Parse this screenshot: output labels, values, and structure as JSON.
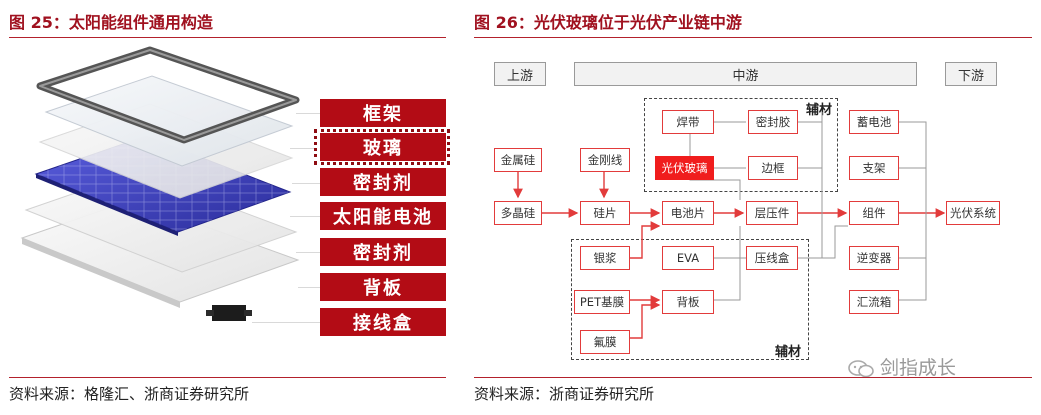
{
  "left": {
    "title": "图 25：太阳能组件通用构造",
    "labels": [
      "框架",
      "玻璃",
      "密封剂",
      "太阳能电池",
      "密封剂",
      "背板",
      "接线盒"
    ],
    "source": "资料来源：格隆汇、浙商证券研究所"
  },
  "right": {
    "title": "图 26：光伏玻璃位于光伏产业链中游",
    "stages": {
      "upstream": "上游",
      "midstream": "中游",
      "downstream": "下游"
    },
    "nodes": {
      "jinshugui": "金属硅",
      "duojinggui": "多晶硅",
      "jingangxian": "金刚线",
      "guipian": "硅片",
      "yinjiang": "银浆",
      "evа": "EVA",
      "petjimo": "PET基膜",
      "beiban": "背板",
      "fumo": "氟膜",
      "handai": "焊带",
      "miqianjiao": "密封胶",
      "guangfuboli": "光伏玻璃",
      "biankuang": "边框",
      "dianchipian": "电池片",
      "cengyaji": "层压件",
      "yaxianhe": "压线盒",
      "xudianchi": "蓄电池",
      "zhijia": "支架",
      "zujian": "组件",
      "nibianqi": "逆变器",
      "huiliuxiang": "汇流箱",
      "guangfuxitong": "光伏系统"
    },
    "group_labels": {
      "top": "辅材",
      "bottom": "辅材"
    },
    "source": "资料来源：浙商证券研究所",
    "watermark": "剑指成长"
  },
  "colors": {
    "accent_red": "#b30c15",
    "node_border": "#e23b3b",
    "highlight": "#f01d1d",
    "panel_blue": "#3e42c4"
  }
}
